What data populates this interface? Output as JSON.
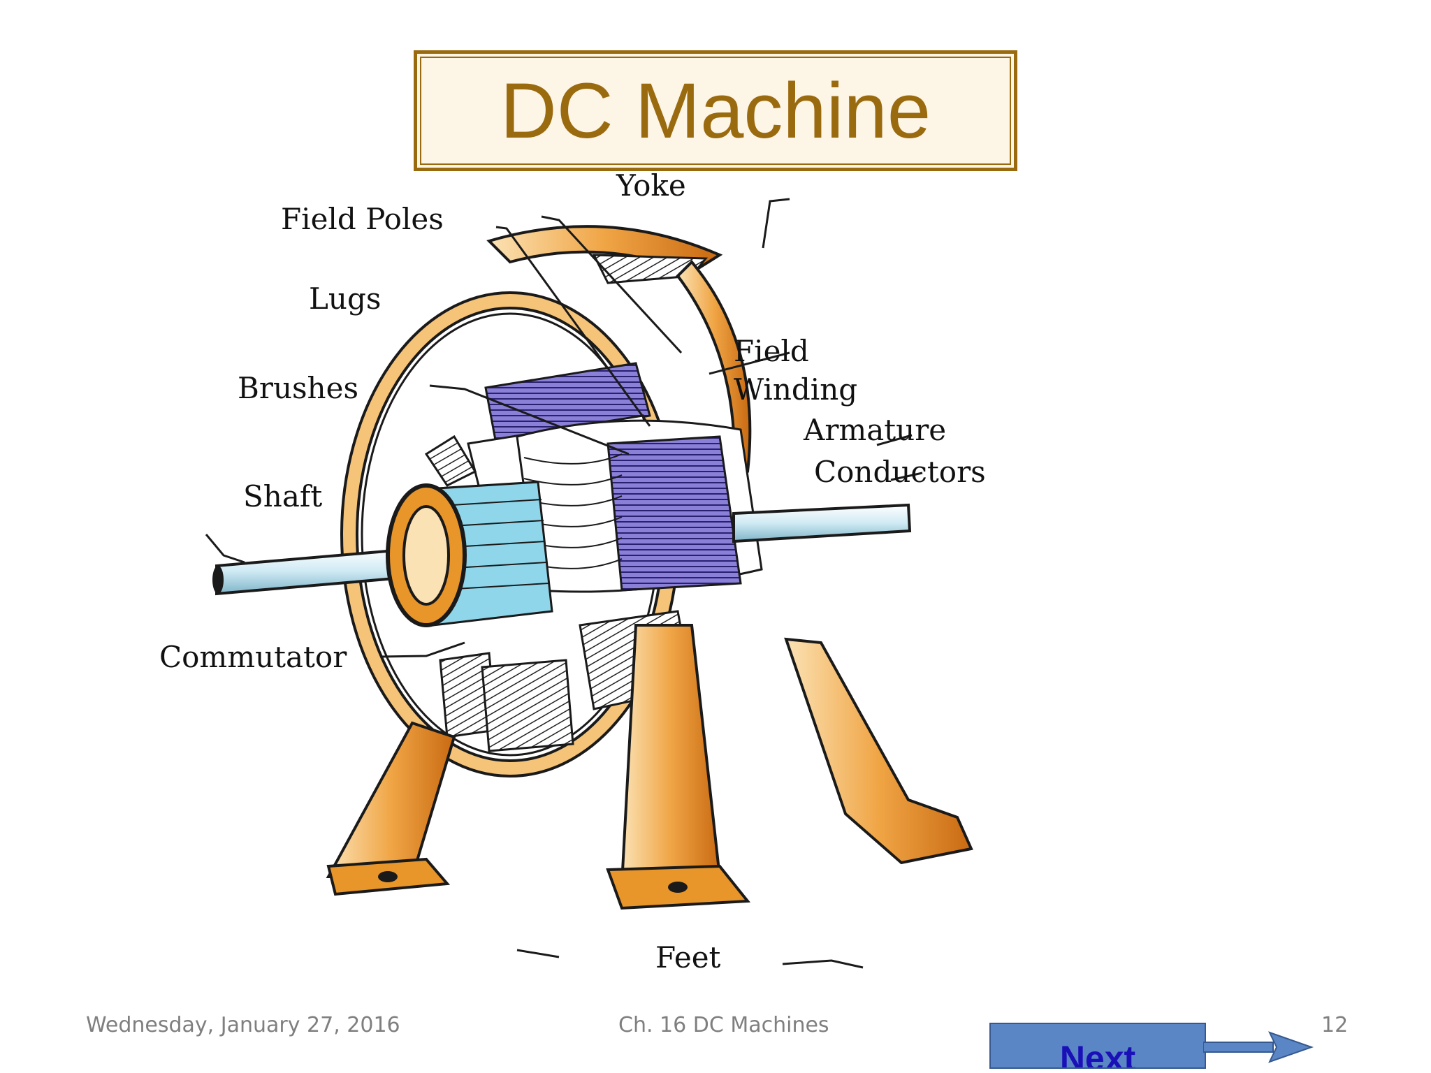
{
  "slide": {
    "title": "DC Machine",
    "footer_date": "Wednesday, January 27, 2016",
    "footer_chapter": "Ch. 16 DC Machines",
    "page_number": "12"
  },
  "diagram": {
    "labels": {
      "yoke": "Yoke",
      "field_poles": "Field Poles",
      "lugs": "Lugs",
      "brushes": "Brushes",
      "shaft": "Shaft",
      "commutator": "Commutator",
      "field": "Field",
      "winding": "Winding",
      "armature": "Armature",
      "conductors": "Conductors",
      "feet": "Feet"
    },
    "colors": {
      "frame": "#e8952a",
      "frame_light": "#f7d49a",
      "commutator": "#8fd6ea",
      "armature_core": "#6a5fc0",
      "outline": "#1a1a1a"
    }
  },
  "nav": {
    "next_label": "Next",
    "button_color": "#5b86c5",
    "text_color": "#1a10b8"
  }
}
